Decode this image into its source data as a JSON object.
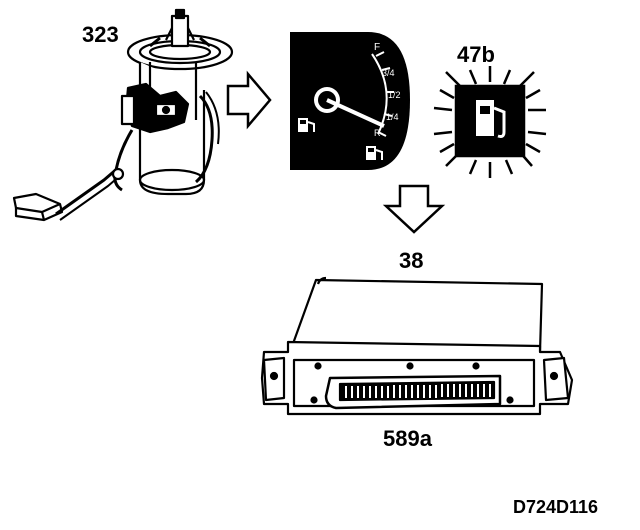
{
  "labels": {
    "fuel_pump_unit": "323",
    "warning_lamp": "47b",
    "signal": "38",
    "control_unit": "589a",
    "drawing_code": "D724D116"
  },
  "gauge": {
    "mark_full": "F",
    "mark_three_quarter": "3/4",
    "mark_half": "1/2",
    "mark_quarter": "1/4",
    "mark_reserve": "R"
  },
  "icons": {
    "fuel_pump_module": "fuel-pump-module-icon",
    "fuel_gauge": "fuel-gauge-icon",
    "warning_lamp": "fuel-warning-lamp-icon",
    "control_unit": "ecu-icon",
    "arrow_right": "hollow-arrow-right-icon",
    "arrow_down": "hollow-arrow-down-icon"
  },
  "colors": {
    "ink": "#000000",
    "paper": "#ffffff"
  }
}
